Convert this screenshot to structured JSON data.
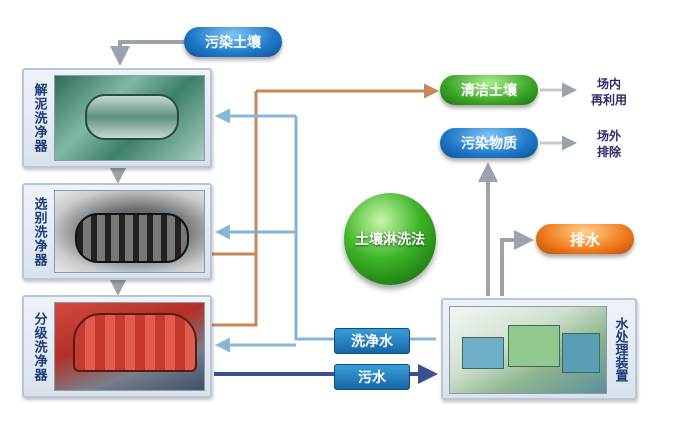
{
  "stages": [
    {
      "label": "解泥洗净器"
    },
    {
      "label": "选别洗净器"
    },
    {
      "label": "分级洗净器"
    }
  ],
  "nodes": {
    "contaminated_soil": "污染土壤",
    "clean_soil": "清洁土壤",
    "contaminated_matter": "污染物质",
    "drainage": "排水",
    "center": "土壤淋洗法",
    "wash_water": "洗净水",
    "waste_water": "污水",
    "water_plant": "水处理装置"
  },
  "destinations": {
    "onsite": [
      "场内",
      "再利用"
    ],
    "offsite": [
      "场外",
      "排除"
    ]
  },
  "colors": {
    "soil_line": "#c8865a",
    "wash_water_line": "#86b6d8",
    "waste_water_line": "#3d4f92",
    "gray_line": "#9aa2ab"
  }
}
